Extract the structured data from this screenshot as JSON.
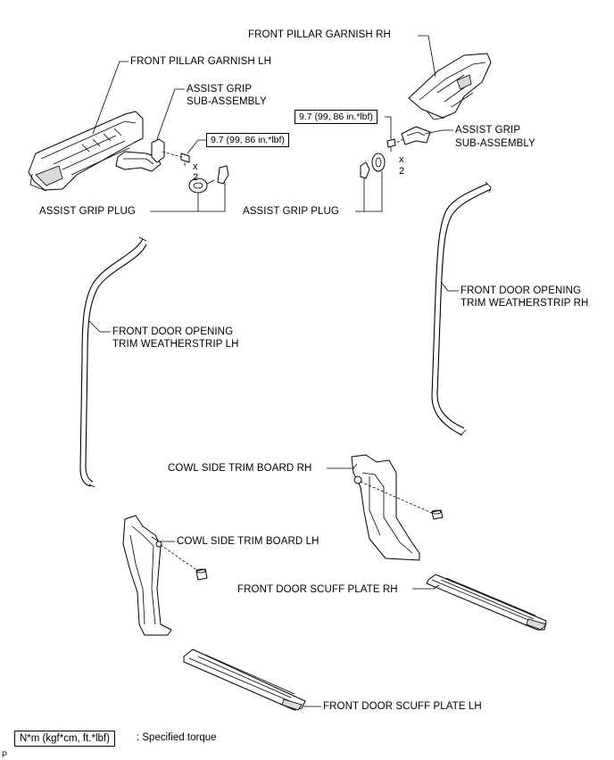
{
  "labels": {
    "front_pillar_garnish_rh": "FRONT PILLAR GARNISH RH",
    "front_pillar_garnish_lh": "FRONT PILLAR GARNISH LH",
    "assist_grip_lh_line1": "ASSIST GRIP",
    "assist_grip_lh_line2": "SUB-ASSEMBLY",
    "assist_grip_rh_line1": "ASSIST GRIP",
    "assist_grip_rh_line2": "SUB-ASSEMBLY",
    "assist_grip_plug_lh": "ASSIST GRIP PLUG",
    "assist_grip_plug_rh": "ASSIST GRIP PLUG",
    "weatherstrip_lh_line1": "FRONT DOOR OPENING",
    "weatherstrip_lh_line2": "TRIM WEATHERSTRIP LH",
    "weatherstrip_rh_line1": "FRONT DOOR OPENING",
    "weatherstrip_rh_line2": "TRIM WEATHERSTRIP RH",
    "cowl_rh": "COWL SIDE TRIM BOARD RH",
    "cowl_lh": "COWL SIDE TRIM BOARD LH",
    "scuff_rh": "FRONT DOOR SCUFF PLATE RH",
    "scuff_lh": "FRONT DOOR SCUFF PLATE LH"
  },
  "torque": {
    "lh": "9.7 (99, 86 in.*lbf)",
    "rh": "9.7 (99, 86 in.*lbf)"
  },
  "quantity": {
    "lh_x": "x",
    "lh_n": "2",
    "rh_x": "x",
    "rh_n": "2"
  },
  "legend": {
    "box": "N*m (kgf*cm, ft.*lbf)",
    "text": ": Specified torque"
  },
  "page_marker": "P"
}
